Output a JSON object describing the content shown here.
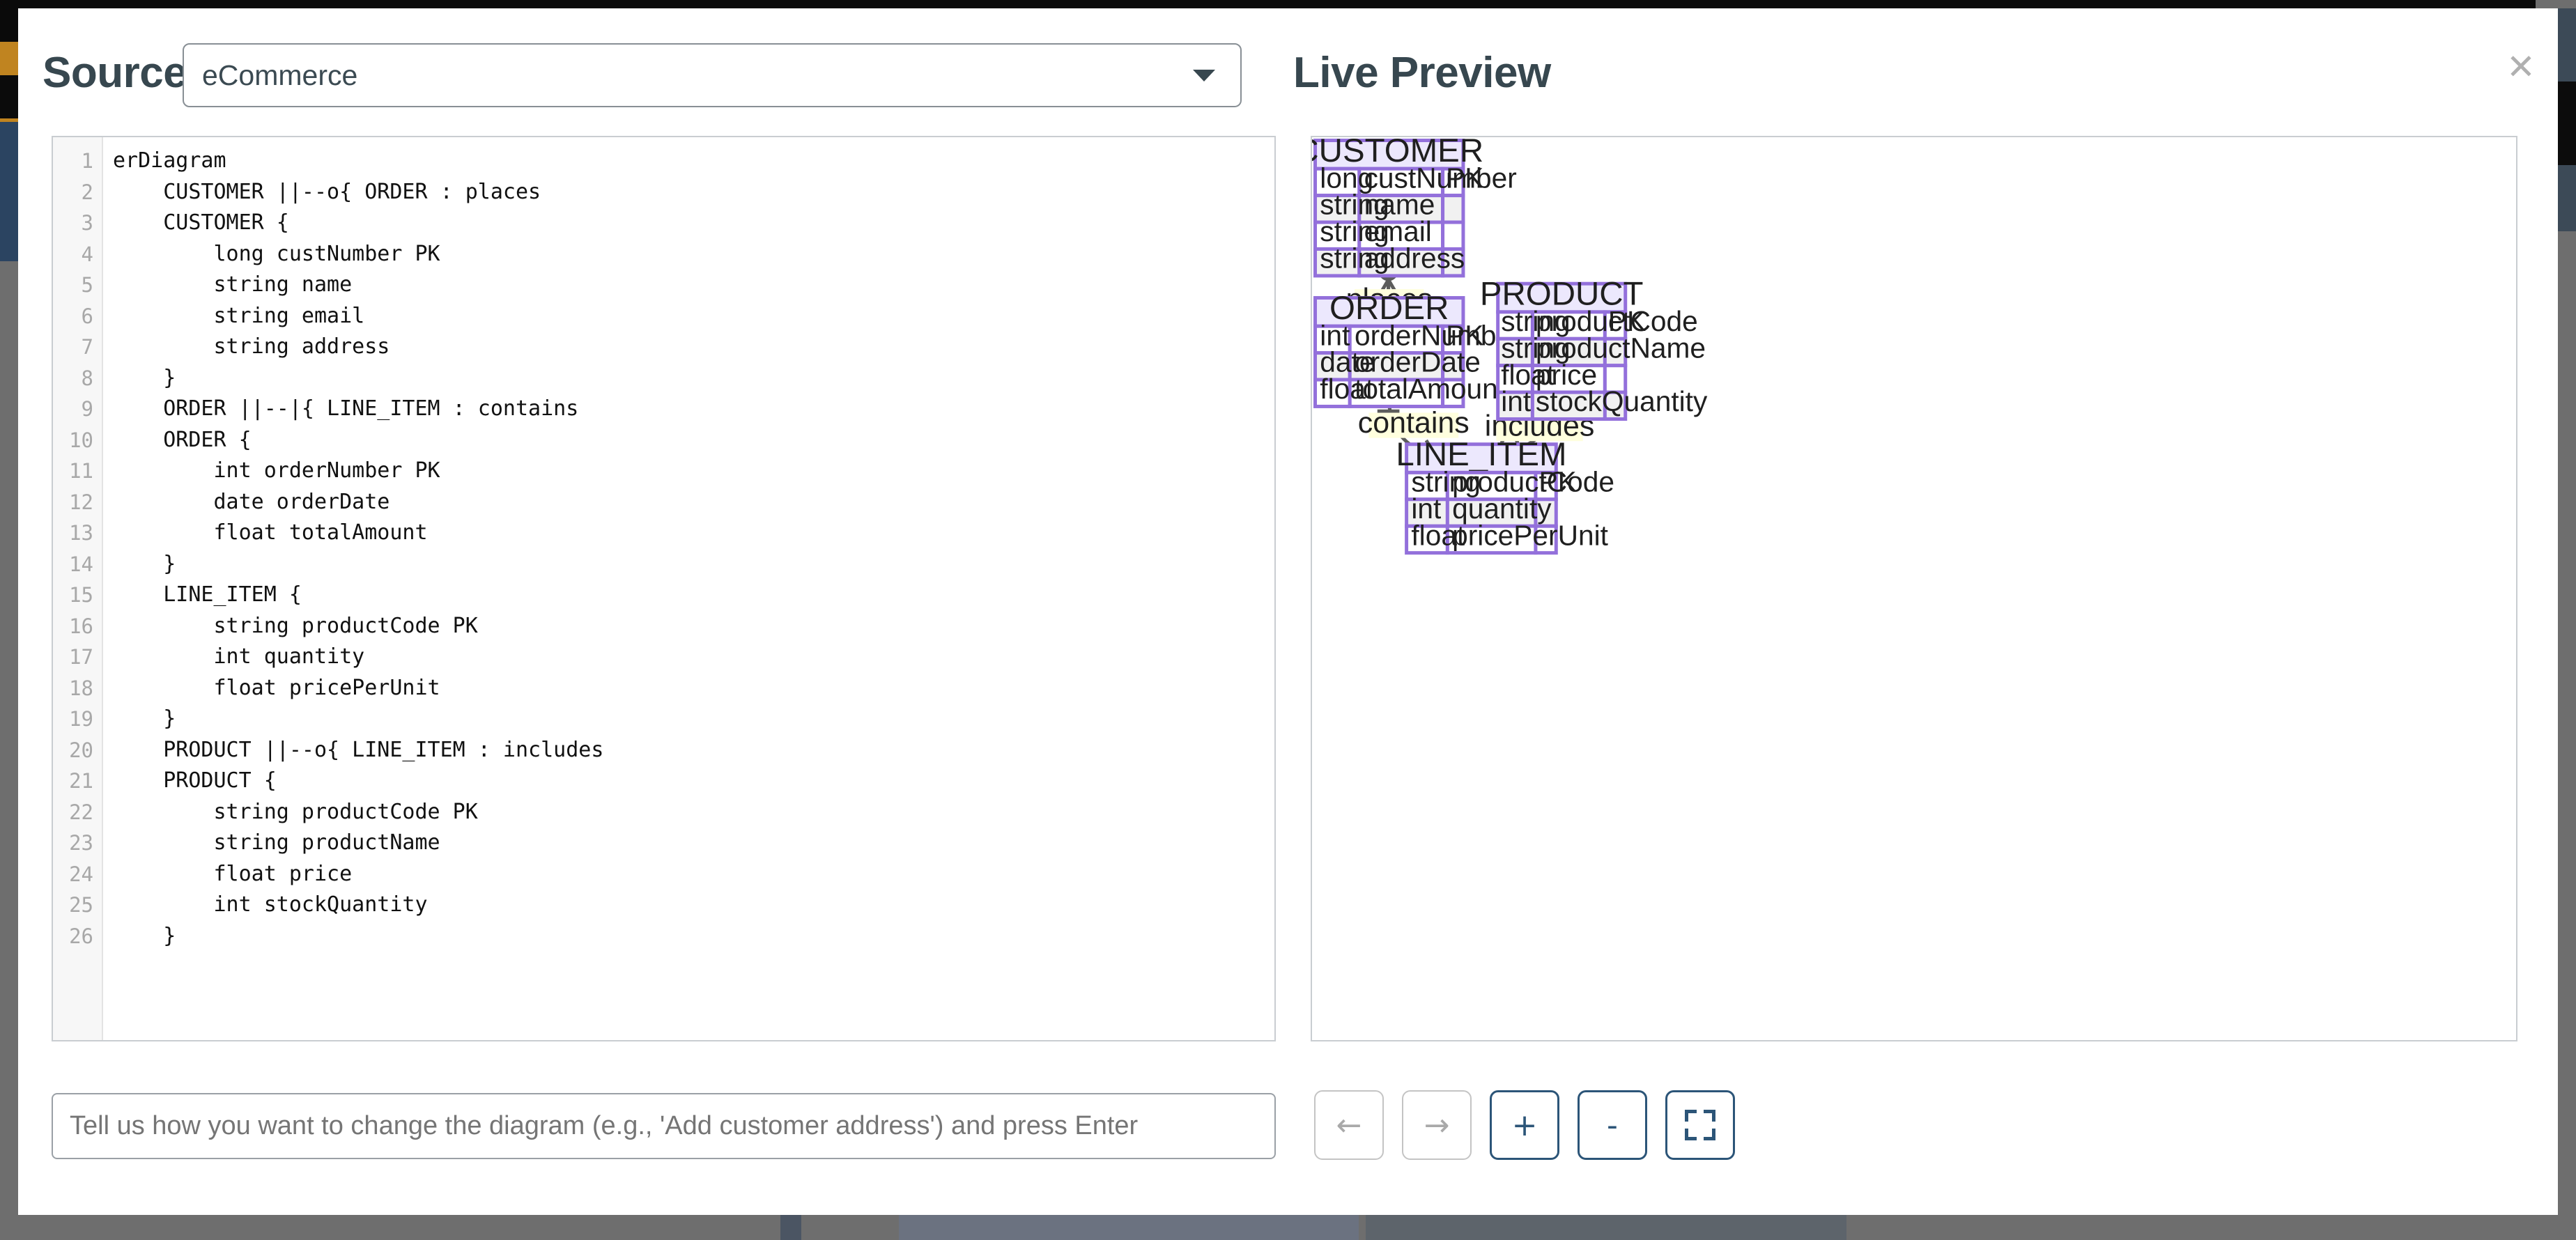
{
  "window": {
    "close_label": "✕"
  },
  "source_panel": {
    "title": "Source",
    "select": {
      "value": "eCommerce",
      "chevron_icon": "chevron-down-icon"
    },
    "code_lines": [
      "erDiagram",
      "    CUSTOMER ||--o{ ORDER : places",
      "    CUSTOMER {",
      "        long custNumber PK",
      "        string name",
      "        string email",
      "        string address",
      "    }",
      "    ORDER ||--|{ LINE_ITEM : contains",
      "    ORDER {",
      "        int orderNumber PK",
      "        date orderDate",
      "        float totalAmount",
      "    }",
      "    LINE_ITEM {",
      "        string productCode PK",
      "        int quantity",
      "        float pricePerUnit",
      "    }",
      "    PRODUCT ||--o{ LINE_ITEM : includes",
      "    PRODUCT {",
      "        string productCode PK",
      "        string productName",
      "        float price",
      "        int stockQuantity",
      "    }"
    ],
    "prompt": {
      "placeholder": "Tell us how you want to change the diagram (e.g., 'Add customer address') and press Enter",
      "value": ""
    }
  },
  "preview_panel": {
    "title": "Live Preview",
    "toolbar": [
      {
        "name": "pan-left-button",
        "label": "←",
        "state": "disabled"
      },
      {
        "name": "pan-right-button",
        "label": "→",
        "state": "disabled"
      },
      {
        "name": "zoom-in-button",
        "label": "+",
        "state": "active"
      },
      {
        "name": "zoom-out-button",
        "label": "-",
        "state": "active"
      },
      {
        "name": "fit-screen-button",
        "label": "",
        "state": "active"
      }
    ]
  },
  "chart_data": {
    "type": "diagram",
    "diagram_kind": "erDiagram",
    "entities": [
      {
        "name": "CUSTOMER",
        "attributes": [
          {
            "type": "long",
            "name": "custNumber",
            "key": "PK"
          },
          {
            "type": "string",
            "name": "name",
            "key": ""
          },
          {
            "type": "string",
            "name": "email",
            "key": ""
          },
          {
            "type": "string",
            "name": "address",
            "key": ""
          }
        ]
      },
      {
        "name": "ORDER",
        "attributes": [
          {
            "type": "int",
            "name": "orderNumber",
            "key": "PK"
          },
          {
            "type": "date",
            "name": "orderDate",
            "key": ""
          },
          {
            "type": "float",
            "name": "totalAmount",
            "key": ""
          }
        ]
      },
      {
        "name": "PRODUCT",
        "attributes": [
          {
            "type": "string",
            "name": "productCode",
            "key": "PK"
          },
          {
            "type": "string",
            "name": "productName",
            "key": ""
          },
          {
            "type": "float",
            "name": "price",
            "key": ""
          },
          {
            "type": "int",
            "name": "stockQuantity",
            "key": ""
          }
        ]
      },
      {
        "name": "LINE_ITEM",
        "attributes": [
          {
            "type": "string",
            "name": "productCode",
            "key": "PK"
          },
          {
            "type": "int",
            "name": "quantity",
            "key": ""
          },
          {
            "type": "float",
            "name": "pricePerUnit",
            "key": ""
          }
        ]
      }
    ],
    "relationships": [
      {
        "from": "CUSTOMER",
        "to": "ORDER",
        "label": "places",
        "notation": "||--o{",
        "from_card": "exactly-one",
        "to_card": "zero-or-more"
      },
      {
        "from": "ORDER",
        "to": "LINE_ITEM",
        "label": "contains",
        "notation": "||--|{",
        "from_card": "exactly-one",
        "to_card": "one-or-more"
      },
      {
        "from": "PRODUCT",
        "to": "LINE_ITEM",
        "label": "includes",
        "notation": "||--o{",
        "from_card": "exactly-one",
        "to_card": "zero-or-more"
      }
    ],
    "colors": {
      "entity_border": "#9370db",
      "entity_header_fill": "#ece8fd",
      "entity_row_alt_fill": "#f1f1f1",
      "relation_line": "#5c5c5c",
      "label_background": "#ffffde"
    }
  }
}
